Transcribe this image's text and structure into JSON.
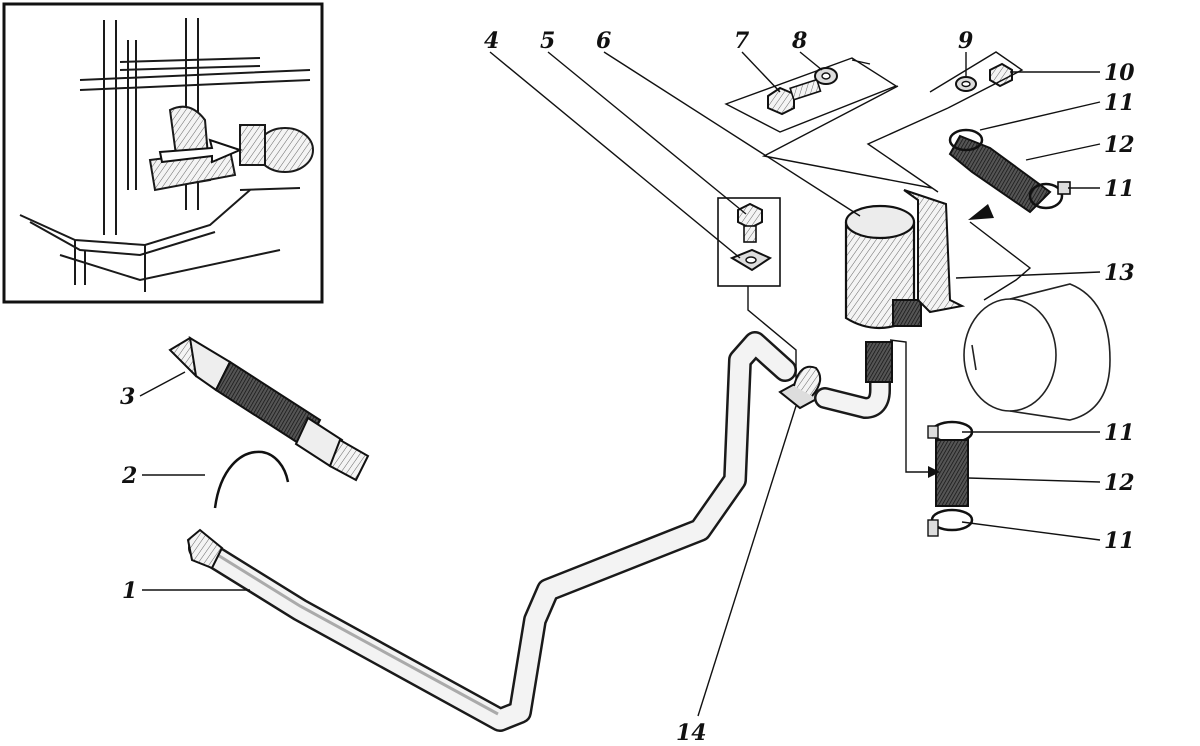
{
  "callouts": {
    "c1": "1",
    "c2": "2",
    "c3": "3",
    "c4": "4",
    "c5": "5",
    "c6": "6",
    "c7": "7",
    "c8": "8",
    "c9": "9",
    "c10": "10",
    "c11a": "11",
    "c11b": "11",
    "c11c": "11",
    "c11d": "11",
    "c12a": "12",
    "c12b": "12",
    "c13": "13",
    "c14": "14"
  }
}
